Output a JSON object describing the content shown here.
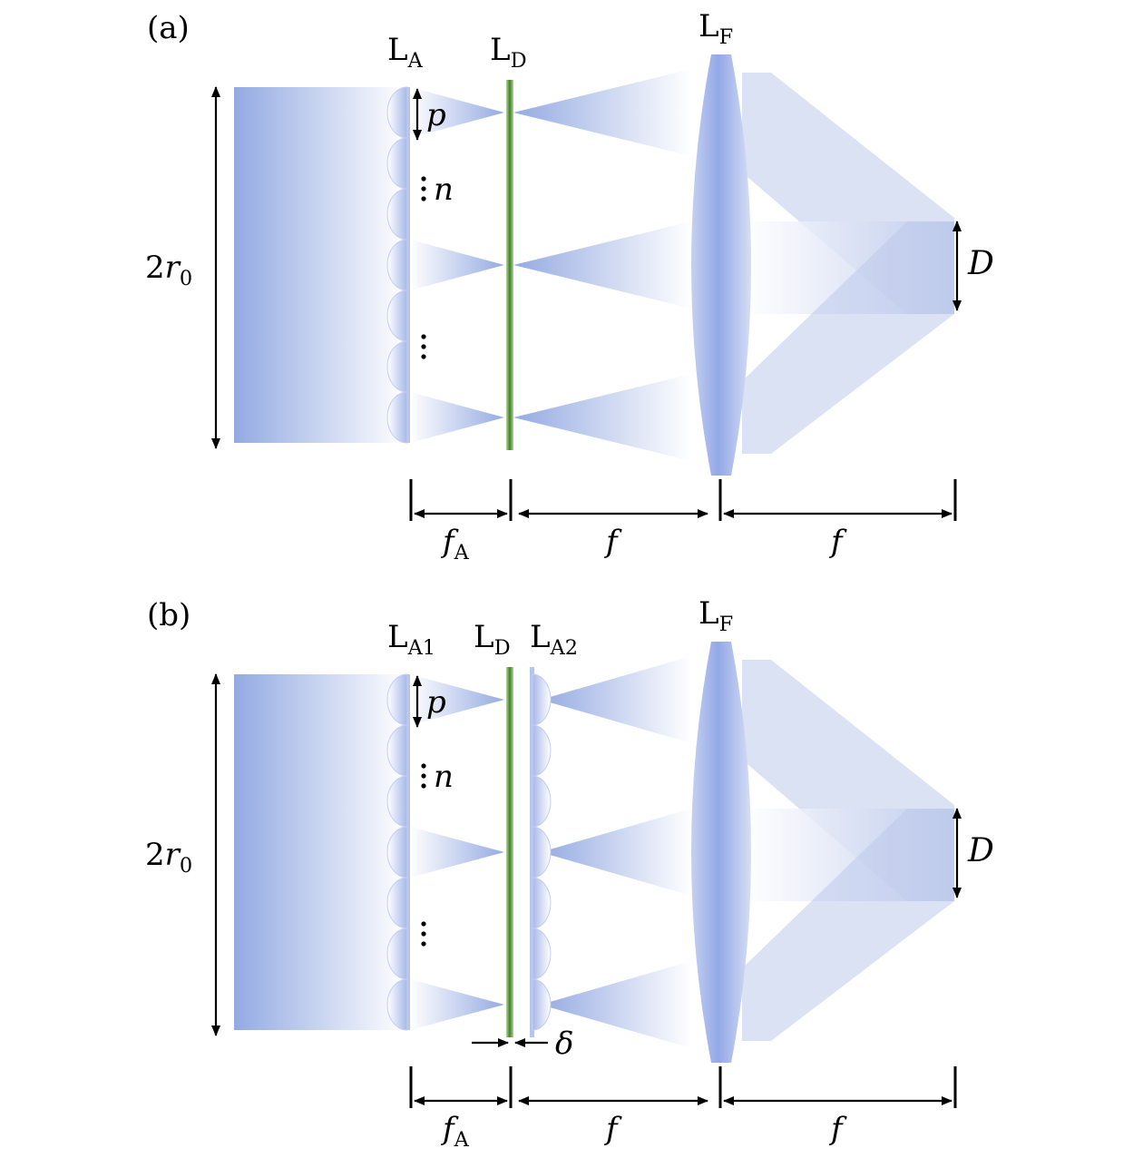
{
  "colors": {
    "beam": "#9fb3e6",
    "lens": "#9aaee8",
    "diffuser_green": "#3f7f2a",
    "ink": "#000000",
    "background": "#ffffff"
  },
  "panels": [
    {
      "panel_label": "(a)",
      "array_label": {
        "main": "L",
        "sub": "A"
      },
      "diffuser_label": {
        "main": "L",
        "sub": "D"
      },
      "second_array_label": null,
      "field_lens_label": {
        "main": "L",
        "sub": "F"
      },
      "beam_size_label": {
        "main": "2r",
        "sub": "0"
      },
      "pitch_label": "p",
      "count_label": "n",
      "spot_label": "D",
      "delta_label": null,
      "dims": [
        {
          "main": "f",
          "sub": "A"
        },
        {
          "main": "f",
          "sub": ""
        },
        {
          "main": "f",
          "sub": ""
        }
      ]
    },
    {
      "panel_label": "(b)",
      "array_label": {
        "main": "L",
        "sub": "A1"
      },
      "diffuser_label": {
        "main": "L",
        "sub": "D"
      },
      "second_array_label": {
        "main": "L",
        "sub": "A2"
      },
      "field_lens_label": {
        "main": "L",
        "sub": "F"
      },
      "beam_size_label": {
        "main": "2r",
        "sub": "0"
      },
      "pitch_label": "p",
      "count_label": "n",
      "spot_label": "D",
      "delta_label": "δ",
      "dims": [
        {
          "main": "f",
          "sub": "A"
        },
        {
          "main": "f",
          "sub": ""
        },
        {
          "main": "f",
          "sub": ""
        }
      ]
    }
  ]
}
